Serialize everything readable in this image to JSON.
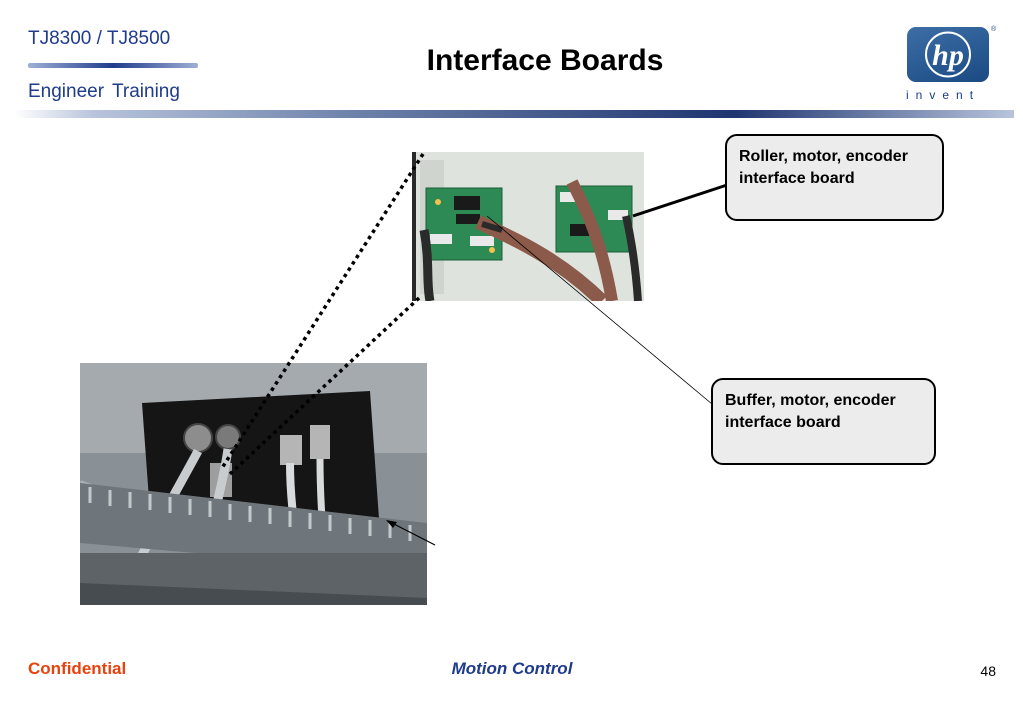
{
  "header": {
    "model": "TJ8300 / TJ8500",
    "training": "Engineer  Training"
  },
  "slide": {
    "title": "Interface Boards"
  },
  "logo": {
    "text": "hp",
    "tagline": "invent",
    "registered_mark": "®"
  },
  "callouts": {
    "roller": "Roller, motor, encoder interface board",
    "buffer": "Buffer, motor, encoder interface board"
  },
  "footer": {
    "confidential": "Confidential",
    "section": "Motion Control",
    "page_number": "48"
  },
  "photos": {
    "closeup": "photo-closeup-of-interface-boards",
    "overview": "photo-cable-connectors-on-bracket"
  },
  "colors": {
    "header_blue": "#1f3b8c",
    "confidential_orange": "#e8420e",
    "callout_fill": "#ececec",
    "logo_blue": "#1b4a83"
  }
}
